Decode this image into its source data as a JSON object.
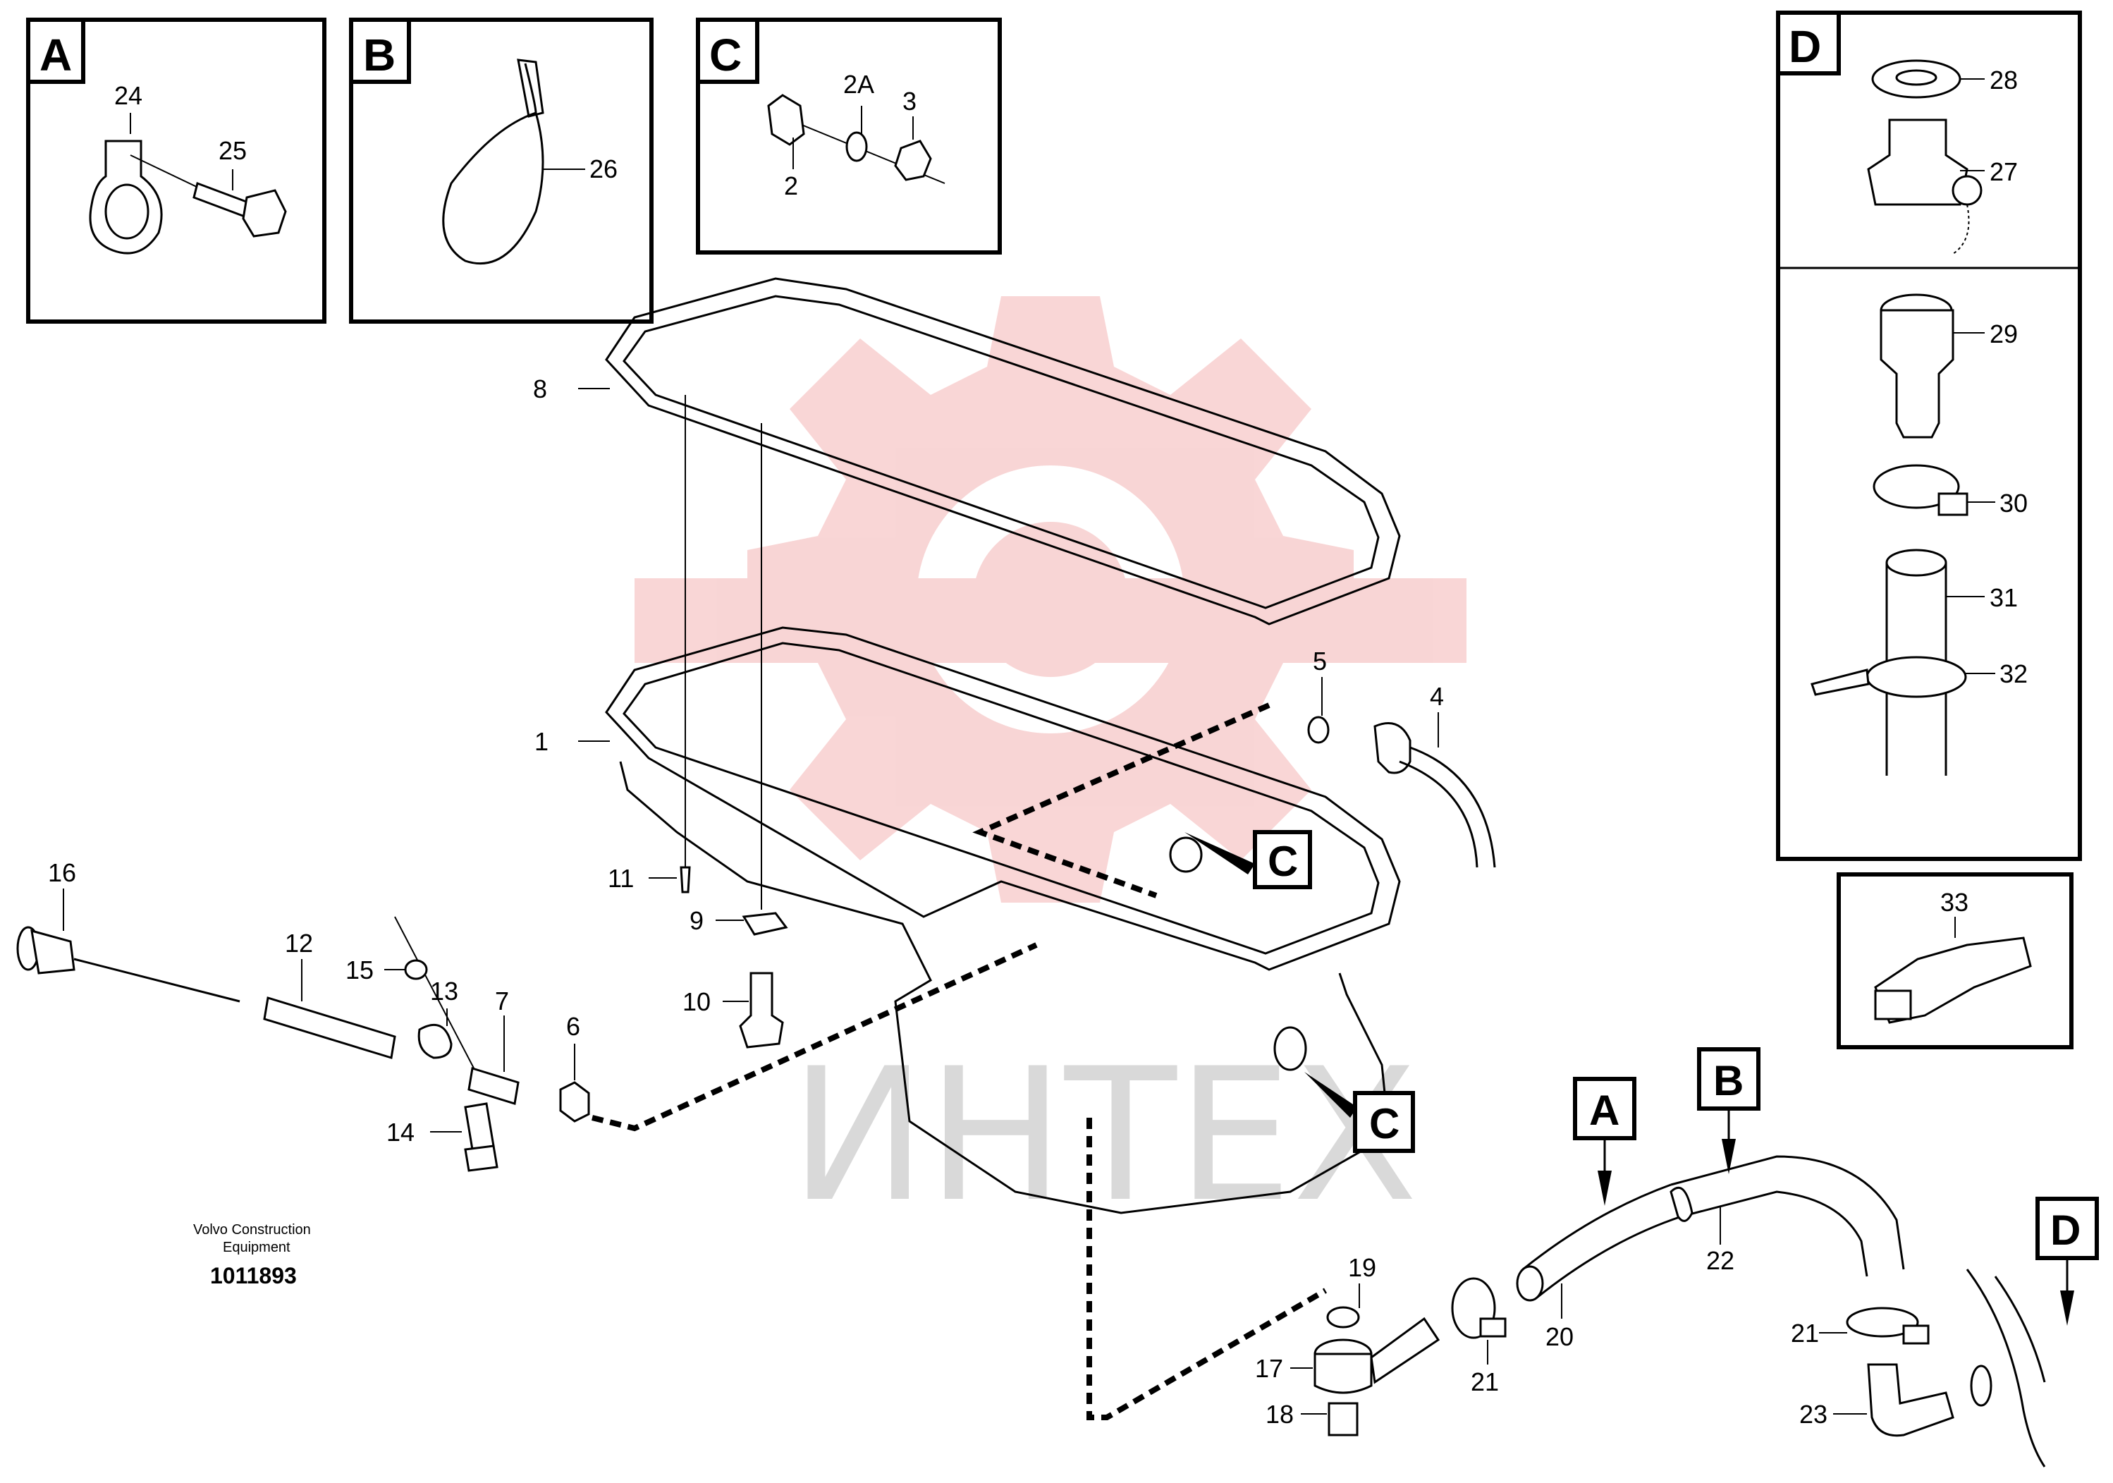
{
  "watermark": {
    "text": "ИНТЕХ",
    "color": "#f2b8b8"
  },
  "footer": {
    "brand_line1": "Volvo Construction",
    "brand_line2": "Equipment",
    "drawing_number": "1011893"
  },
  "detail_boxes": {
    "A": "A",
    "B": "B",
    "C": "C",
    "D": "D"
  },
  "callout_boxes": {
    "c1": "C",
    "c2": "C",
    "a": "A",
    "b": "B",
    "d": "D"
  },
  "parts": {
    "p1": "1",
    "p2": "2",
    "p2a": "2A",
    "p3": "3",
    "p4": "4",
    "p5": "5",
    "p6": "6",
    "p7": "7",
    "p8": "8",
    "p9": "9",
    "p10": "10",
    "p11": "11",
    "p12": "12",
    "p13": "13",
    "p14": "14",
    "p15": "15",
    "p16": "16",
    "p17": "17",
    "p18": "18",
    "p19": "19",
    "p20": "20",
    "p21a": "21",
    "p21b": "21",
    "p22": "22",
    "p23": "23",
    "p24": "24",
    "p25": "25",
    "p26": "26",
    "p27": "27",
    "p28": "28",
    "p29": "29",
    "p30": "30",
    "p31": "31",
    "p32": "32",
    "p33": "33"
  }
}
